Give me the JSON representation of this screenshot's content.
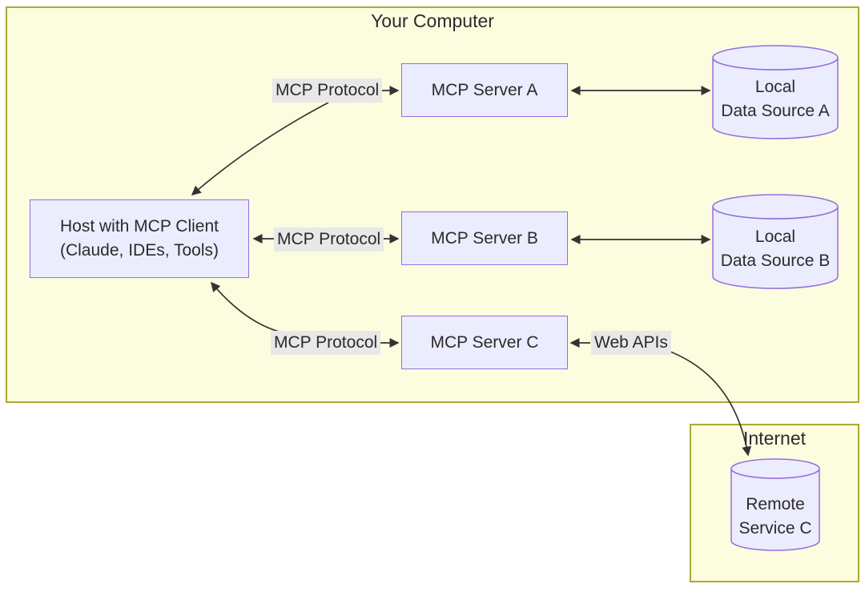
{
  "diagram": {
    "groups": {
      "your_computer": {
        "title": "Your Computer"
      },
      "internet": {
        "title": "Internet"
      }
    },
    "nodes": {
      "host": {
        "line1": "Host with MCP Client",
        "line2": "(Claude, IDEs, Tools)"
      },
      "server_a": {
        "label": "MCP Server A"
      },
      "server_b": {
        "label": "MCP Server B"
      },
      "server_c": {
        "label": "MCP Server C"
      },
      "data_source_a": {
        "line1": "Local",
        "line2": "Data Source A"
      },
      "data_source_b": {
        "line1": "Local",
        "line2": "Data Source B"
      },
      "remote_service_c": {
        "line1": "Remote",
        "line2": "Service C"
      }
    },
    "edge_labels": {
      "mcp_protocol_a": "MCP Protocol",
      "mcp_protocol_b": "MCP Protocol",
      "mcp_protocol_c": "MCP Protocol",
      "web_apis": "Web APIs"
    },
    "colors": {
      "group_fill": "#fcfcdf",
      "group_border": "#aaaa33",
      "node_fill": "#ececff",
      "node_border": "#9370db",
      "edge_label_bg": "#e8e8e8",
      "arrow": "#333333",
      "text": "#2b2b2b"
    }
  }
}
